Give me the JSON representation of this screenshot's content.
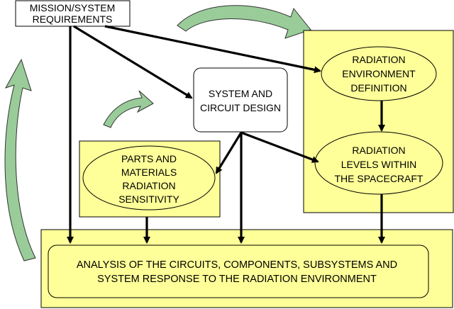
{
  "colors": {
    "panel_fill": "#ffff99",
    "box_border": "#000000",
    "arrow": "#000000",
    "cycle_arrow_fill": "#99cc99"
  },
  "nodes": {
    "requirements": [
      "MISSION/SYSTEM",
      "REQUIREMENTS"
    ],
    "system_design": [
      "SYSTEM AND",
      "CIRCUIT DESIGN"
    ],
    "environment": [
      "RADIATION",
      "ENVIRONMENT",
      "DEFINITION"
    ],
    "levels": [
      "RADIATION",
      "LEVELS WITHIN",
      "THE SPACECRAFT"
    ],
    "parts": [
      "PARTS AND",
      "MATERIALS",
      "RADIATION",
      "SENSITIVITY"
    ],
    "analysis": [
      "ANALYSIS OF THE CIRCUITS, COMPONENTS, SUBSYSTEMS AND",
      "SYSTEM RESPONSE TO THE RADIATION ENVIRONMENT"
    ]
  },
  "icons": {
    "cycle_arrows": "curved-arrow-icon"
  }
}
